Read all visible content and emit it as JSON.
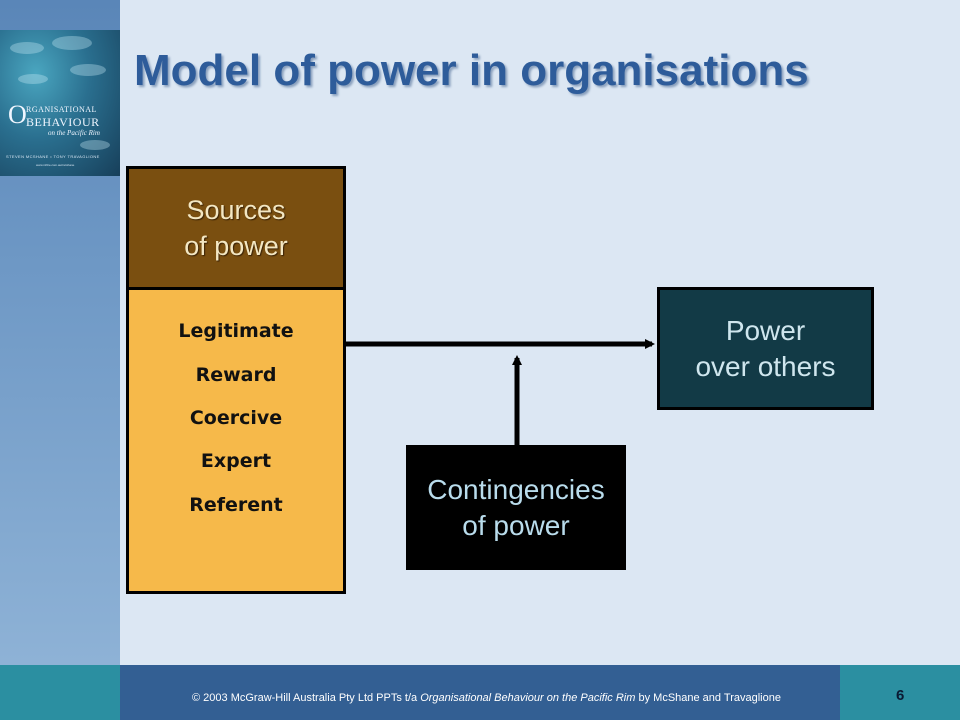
{
  "slide": {
    "title": "Model of power in organisations",
    "page_number": "6"
  },
  "logo": {
    "initial": "O",
    "line1": "RGANISATIONAL",
    "line2": "BEHAVIOUR",
    "line3": "on the Pacific Rim",
    "authors": "STEVEN MCSHANE • TONY TRAVAGLIONE",
    "url": "www.mhhe.com.au/mcshane"
  },
  "diagram": {
    "sources_header_line1": "Sources",
    "sources_header_line2": "of power",
    "sources": [
      "Legitimate",
      "Reward",
      "Coercive",
      "Expert",
      "Referent"
    ],
    "power_line1": "Power",
    "power_line2": "over others",
    "contingencies_line1": "Contingencies",
    "contingencies_line2": "of power"
  },
  "footer": {
    "copyright_prefix": "© 2003 McGraw-Hill Australia Pty Ltd PPTs t/a ",
    "copyright_title": "Organisational Behaviour on the Pacific Rim",
    "copyright_suffix": " by McShane and Travaglione"
  },
  "colors": {
    "title": "#2e5c9a",
    "sources_header_bg": "#7a4f10",
    "sources_list_bg": "#f6b94a",
    "power_bg": "#123a46",
    "contingencies_bg": "#000000",
    "footer_bg": "#335f93",
    "footer_accent": "#2b8fa1"
  }
}
